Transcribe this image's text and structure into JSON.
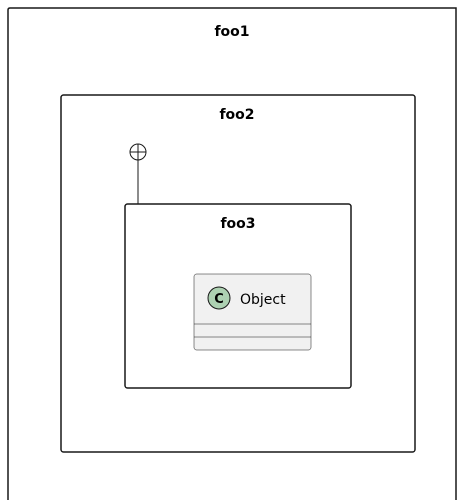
{
  "packages": {
    "outer": {
      "title": "foo1"
    },
    "middle": {
      "title": "foo2"
    },
    "inner": {
      "title": "foo3"
    }
  },
  "class": {
    "stereotype_letter": "C",
    "name": "Object",
    "stereotype_color": "#add1b2"
  },
  "relation": {
    "type": "nesting",
    "icon": "circle-plus-icon"
  }
}
